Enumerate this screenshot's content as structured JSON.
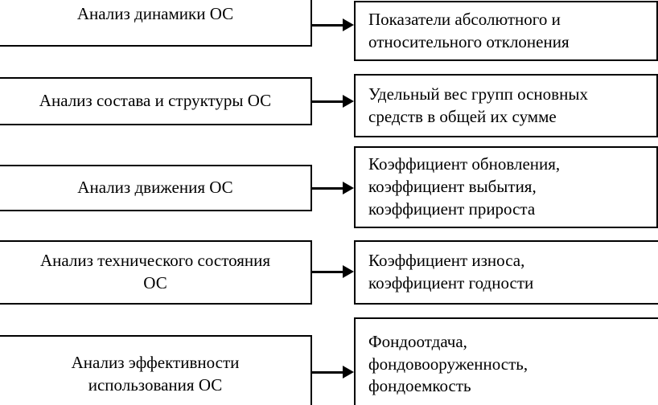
{
  "diagram": {
    "type": "two-column-flow",
    "background_color": "#ffffff",
    "line_color": "#000000",
    "rows": [
      {
        "left": "Анализ динамики ОС",
        "right": "Показатели абсолютного и\nотносительного отклонения"
      },
      {
        "left": "Анализ состава и структуры ОС",
        "right": "Удельный вес групп основных\nсредств в общей их сумме"
      },
      {
        "left": "Анализ движения ОС",
        "right": "Коэффициент обновления,\nкоэффициент выбытия,\nкоэффициент прироста"
      },
      {
        "left": "Анализ технического состояния\nОС",
        "right": "Коэффициент износа,\nкоэффициент годности"
      },
      {
        "left": "Анализ эффективности\nиспользования ОС",
        "right": "Фондоотдача,\nфондовооруженность,\nфондоемкость"
      }
    ]
  }
}
